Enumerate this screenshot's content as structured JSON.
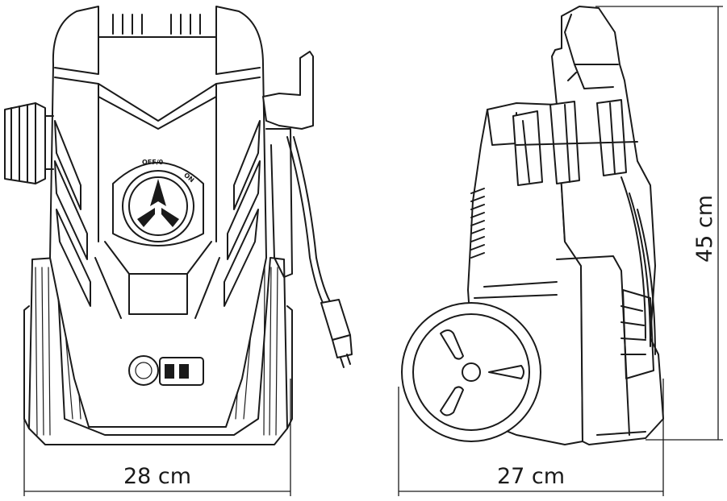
{
  "dimensions": {
    "front_width": "28 cm",
    "side_depth": "27 cm",
    "height": "45 cm"
  },
  "knob": {
    "off_label": "OFF/0",
    "on_label": "ON"
  }
}
